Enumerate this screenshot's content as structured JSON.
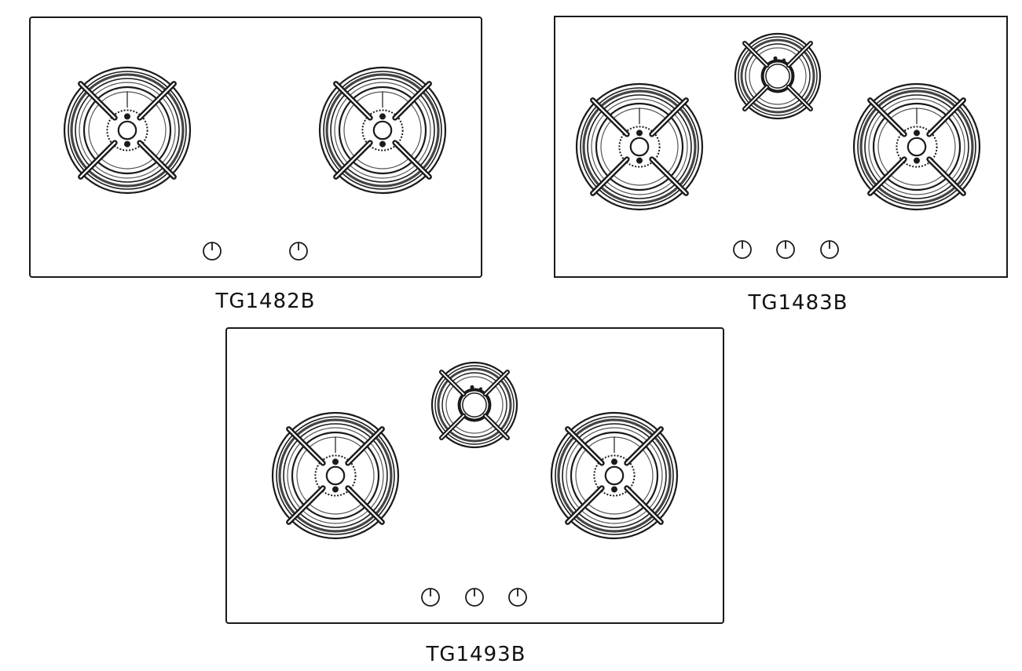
{
  "hobs": [
    {
      "model": "TG1482B",
      "burners": [
        {
          "size": "large"
        },
        {
          "size": "large"
        }
      ],
      "knob_count": 2
    },
    {
      "model": "TG1483B",
      "burners": [
        {
          "size": "large"
        },
        {
          "size": "small"
        },
        {
          "size": "large"
        }
      ],
      "knob_count": 3
    },
    {
      "model": "TG1493B",
      "burners": [
        {
          "size": "large"
        },
        {
          "size": "small"
        },
        {
          "size": "large"
        }
      ],
      "knob_count": 3
    }
  ],
  "colors": {
    "line": "#1a1a1a",
    "background": "#ffffff"
  }
}
